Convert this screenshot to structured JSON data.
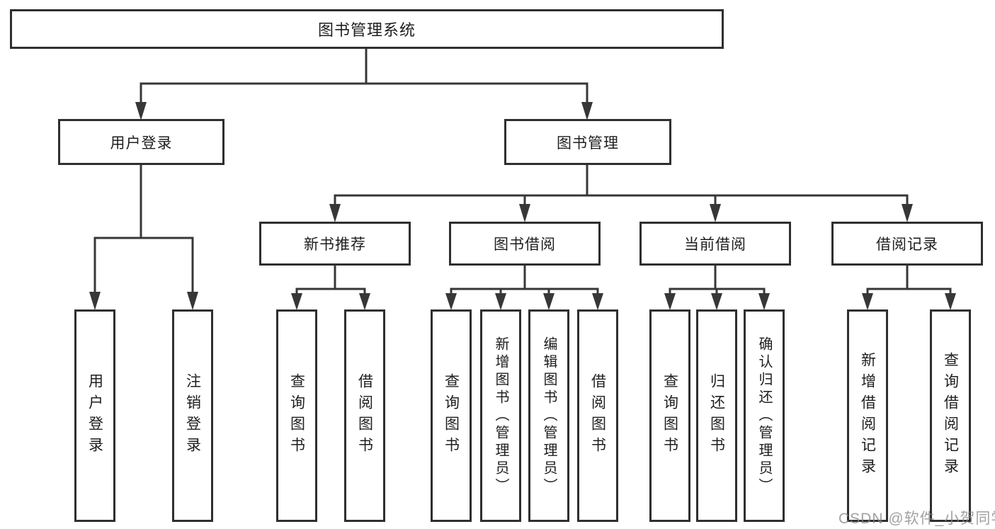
{
  "tree": {
    "root": {
      "label": "图书管理系统"
    },
    "children": [
      {
        "label": "用户登录",
        "children": [
          {
            "label": "用户登录"
          },
          {
            "label": "注销登录"
          }
        ]
      },
      {
        "label": "图书管理",
        "children": [
          {
            "label": "新书推荐",
            "children": [
              {
                "label": "查询图书"
              },
              {
                "label": "借阅图书"
              }
            ]
          },
          {
            "label": "图书借阅",
            "children": [
              {
                "label": "查询图书"
              },
              {
                "label": "新增图书（管理员）"
              },
              {
                "label": "编辑图书（管理员）"
              },
              {
                "label": "借阅图书"
              }
            ]
          },
          {
            "label": "当前借阅",
            "children": [
              {
                "label": "查询图书"
              },
              {
                "label": "归还图书"
              },
              {
                "label": "确认归还（管理员）"
              }
            ]
          },
          {
            "label": "借阅记录",
            "children": [
              {
                "label": "新增借阅记录"
              },
              {
                "label": "查询借阅记录"
              }
            ]
          }
        ]
      }
    ]
  },
  "watermark": {
    "text": "CSDN @软件_小贺同学"
  },
  "colors": {
    "line": "#373737",
    "box_border": "#2f2f2f",
    "text": "#1e1e1e",
    "watermark": "#878787",
    "background": "#ffffff"
  }
}
